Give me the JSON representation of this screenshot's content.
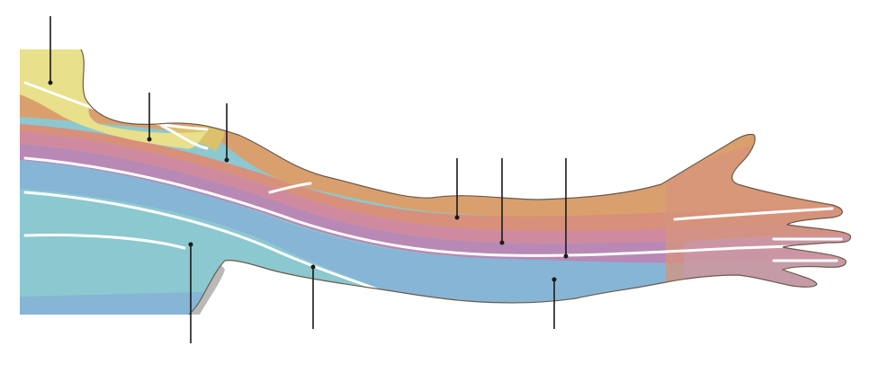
{
  "figure": {
    "subject": "dermatomes-upper-limb",
    "colors": {
      "background": "#ffffff",
      "trunk_grey": "#b9b9b7",
      "c4_yellow": "#e8e08a",
      "c5_gold": "#dcc06a",
      "c6_tan": "#d9a06e",
      "c7_salmon": "#d8907a",
      "c8_pink": "#cf8aa0",
      "t1_violet": "#b889b5",
      "t1_blue": "#86b5d6",
      "t2_teal": "#8cc8cf",
      "skin_line": "#ffffff",
      "leader": "#1a1a1a"
    },
    "leaders": [
      {
        "name": "leader-neck-yellow"
      },
      {
        "name": "leader-shoulder-yellow"
      },
      {
        "name": "leader-upperarm-tan"
      },
      {
        "name": "leader-forearm-salmon"
      },
      {
        "name": "leader-forearm-pink"
      },
      {
        "name": "leader-forearm-violet"
      },
      {
        "name": "leader-axilla-teal"
      },
      {
        "name": "leader-arm-blue"
      },
      {
        "name": "leader-forearm-blue"
      }
    ]
  }
}
